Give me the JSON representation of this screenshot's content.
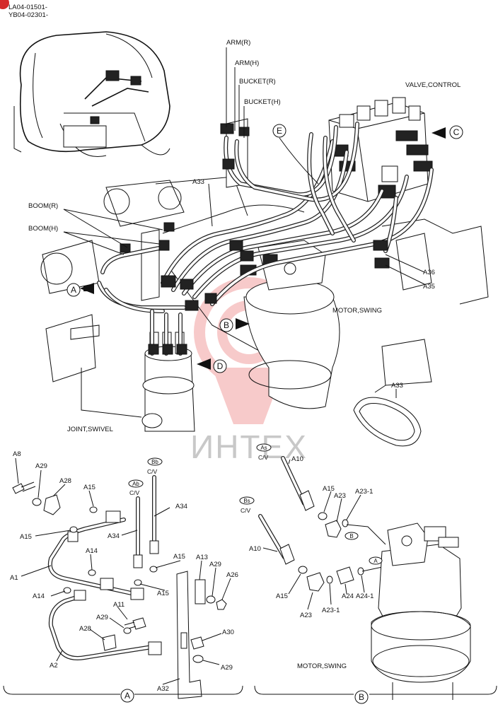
{
  "header": {
    "codes": [
      "LA04-01501-",
      "YB04-02301-"
    ],
    "corner_badge_color": "#d42a2a"
  },
  "watermark": {
    "text": "ИНТЕХ",
    "color": "#f2a0a0"
  },
  "main_view": {
    "arm_labels": [
      "ARM(R)",
      "ARM(H)",
      "BUCKET(R)",
      "BUCKET(H)"
    ],
    "boom_labels": [
      "BOOM(R)",
      "BOOM(H)"
    ],
    "valve_control": "VALVE,CONTROL",
    "motor_swing": "MOTOR,SWING",
    "joint_swivel": "JOINT,SWIVEL",
    "part_labels": [
      "A33",
      "A36",
      "A35",
      "A33"
    ],
    "arrows": [
      "A",
      "B",
      "C",
      "D",
      "E"
    ]
  },
  "detail_a": {
    "label": "A",
    "parts": [
      "A8",
      "A29",
      "A28",
      "A15",
      "A15",
      "A14",
      "A1",
      "A14",
      "A2",
      "A11",
      "A29",
      "A28",
      "A34",
      "A34",
      "A15",
      "A15",
      "A13",
      "A29",
      "A26",
      "A30",
      "A29",
      "A32"
    ],
    "tags": [
      "Ab",
      "Bb"
    ],
    "cv": [
      "C/V",
      "C/V"
    ]
  },
  "detail_b": {
    "label": "B",
    "parts": [
      "A10",
      "A15",
      "A23",
      "A23-1",
      "A10",
      "A15",
      "A23",
      "A23-1",
      "A24",
      "A24-1"
    ],
    "tags": [
      "As",
      "Bs",
      "B",
      "A"
    ],
    "cv": [
      "C/V",
      "C/V"
    ],
    "motor_swing": "MOTOR,SWING"
  }
}
